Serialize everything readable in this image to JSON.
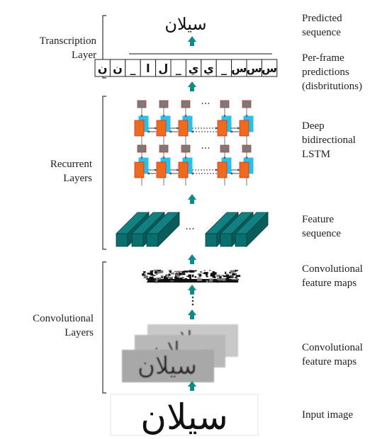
{
  "left_labels": {
    "transcription": [
      "Transcription",
      "Layer"
    ],
    "recurrent": [
      "Recurrent",
      "Layers"
    ],
    "convolutional": [
      "Convolutional",
      "Layers"
    ]
  },
  "right_labels": {
    "predicted": [
      "Predicted",
      "sequence"
    ],
    "per_frame": [
      "Per-frame",
      "predictions",
      "(disbritutions)"
    ],
    "lstm": [
      "Deep",
      "bidirectional",
      "LSTM"
    ],
    "feature_seq": [
      "Feature",
      "sequence"
    ],
    "conv_maps_top": [
      "Convolutional",
      "feature maps"
    ],
    "conv_maps_bottom": [
      "Convolutional",
      "feature maps"
    ],
    "input_image": [
      "Input image"
    ]
  },
  "predicted_text": "سيلان",
  "frames": [
    "ن",
    "ن",
    "_",
    "ا",
    "ل",
    "_",
    "ي",
    "ي",
    "_",
    "س",
    "س",
    "س"
  ],
  "input_word": "سيلان",
  "map_word": "سيلان",
  "dots": "···",
  "colors": {
    "arrow": "#0e8a88",
    "feature_block": "#0b6e6e",
    "lstm_orange": "#f06a1e",
    "lstm_blue": "#29c0ea",
    "lstm_gray": "#7a7a7a",
    "lstm_border": "#c0392b"
  }
}
